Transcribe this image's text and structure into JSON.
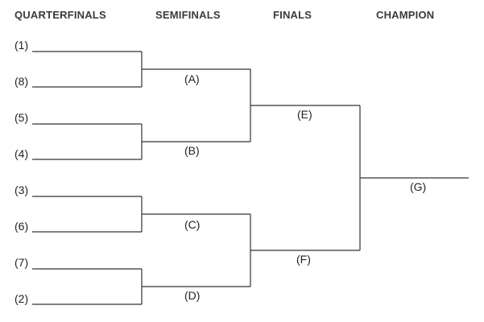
{
  "headers": {
    "quarterfinals": "QUARTERFINALS",
    "semifinals": "SEMIFINALS",
    "finals": "FINALS",
    "champion": "CHAMPION"
  },
  "seeds": [
    "(1)",
    "(8)",
    "(5)",
    "(4)",
    "(3)",
    "(6)",
    "(7)",
    "(2)"
  ],
  "semifinal_slots": [
    "(A)",
    "(B)",
    "(C)",
    "(D)"
  ],
  "final_slots": [
    "(E)",
    "(F)"
  ],
  "champion_slot": "(G)"
}
